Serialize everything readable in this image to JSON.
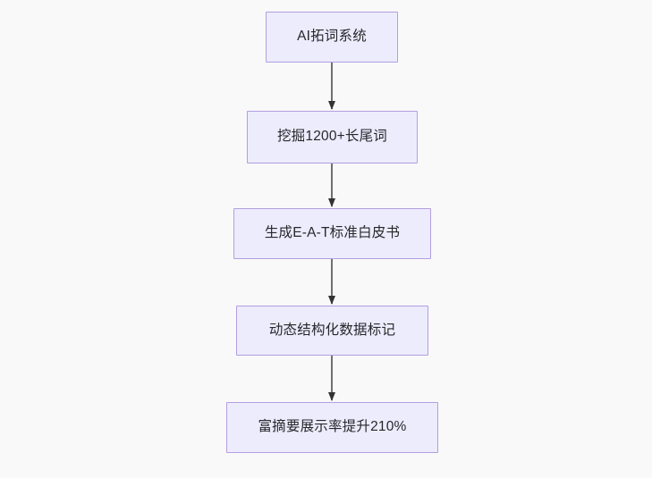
{
  "diagram": {
    "type": "flowchart",
    "direction": "top-to-bottom",
    "background_color": "#f9f9fa",
    "node_fill_color": "#ececfd",
    "node_border_color": "#b49ee0",
    "node_text_color": "#26282b",
    "edge_line_color": "#707070",
    "edge_arrow_color": "#333333",
    "nodes": [
      {
        "id": "n0",
        "label": "AI拓词系统"
      },
      {
        "id": "n1",
        "label": "挖掘1200+长尾词"
      },
      {
        "id": "n2",
        "label": "生成E-A-T标准白皮书"
      },
      {
        "id": "n3",
        "label": "动态结构化数据标记"
      },
      {
        "id": "n4",
        "label": "富摘要展示率提升210%"
      }
    ],
    "edges": [
      {
        "from": "n0",
        "to": "n1",
        "label": ""
      },
      {
        "from": "n1",
        "to": "n2",
        "label": ""
      },
      {
        "from": "n2",
        "to": "n3",
        "label": ""
      },
      {
        "from": "n3",
        "to": "n4",
        "label": ""
      }
    ]
  }
}
